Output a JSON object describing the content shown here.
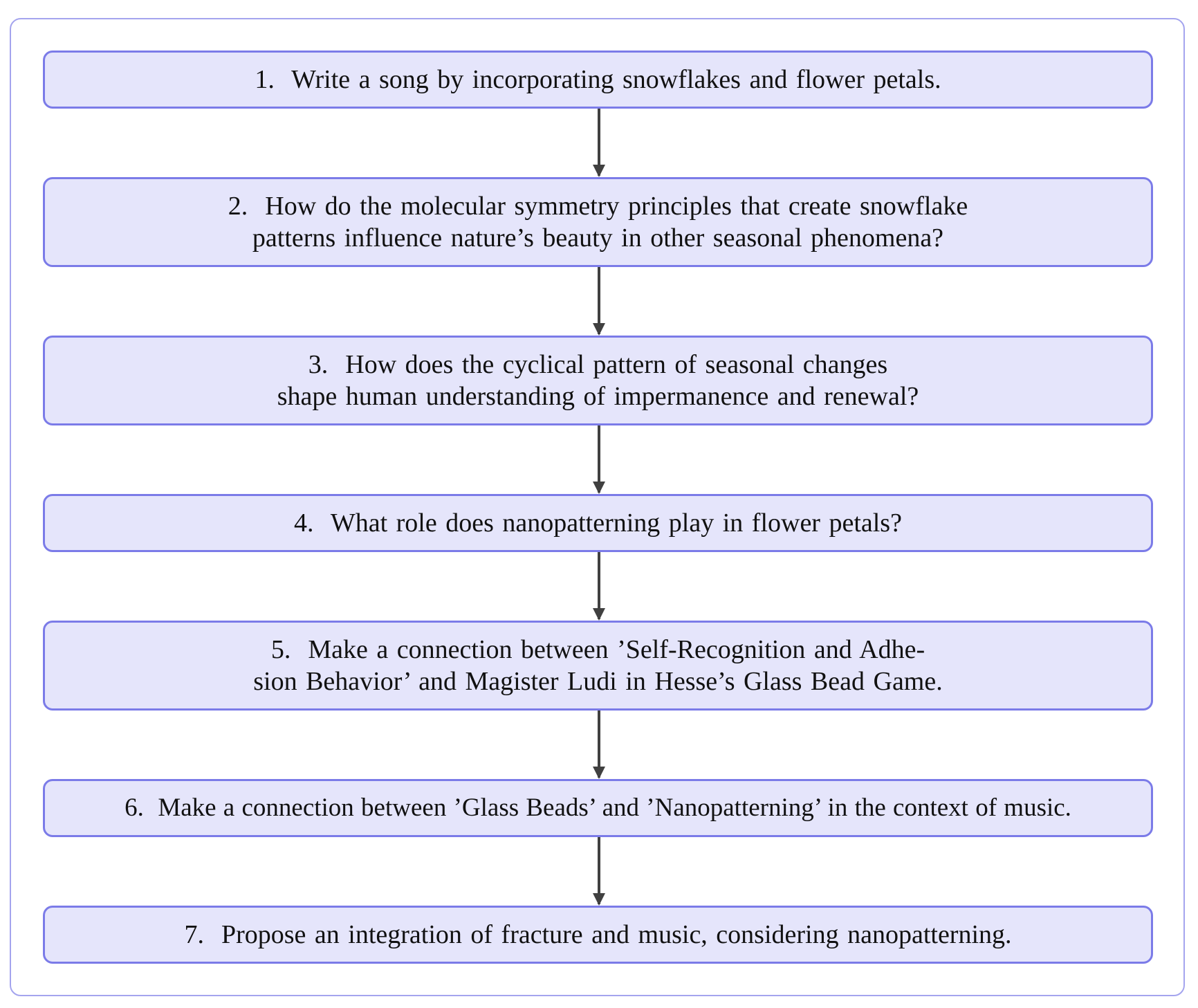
{
  "diagram": {
    "steps": [
      {
        "number": "1.",
        "lines": [
          "Write a song by incorporating snowflakes and flower petals."
        ]
      },
      {
        "number": "2.",
        "lines": [
          "How do the molecular symmetry principles that create snowflake",
          "patterns influence nature’s beauty in other seasonal phenomena?"
        ]
      },
      {
        "number": "3.",
        "lines": [
          "How does the cyclical pattern of seasonal changes",
          "shape human understanding of impermanence and renewal?"
        ]
      },
      {
        "number": "4.",
        "lines": [
          "What role does nanopatterning play in flower petals?"
        ]
      },
      {
        "number": "5.",
        "lines": [
          "Make a connection between ’Self-Recognition and Adhe-",
          "sion Behavior’ and Magister Ludi in Hesse’s Glass Bead Game."
        ]
      },
      {
        "number": "6.",
        "lines": [
          "Make a connection between ’Glass Beads’ and ’Nanopatterning’ in the context of music."
        ]
      },
      {
        "number": "7.",
        "lines": [
          "Propose an integration of fracture and music, considering nanopatterning."
        ]
      }
    ],
    "colors": {
      "box_fill": "#e5e5fb",
      "box_border": "#7b7be8",
      "frame_border": "#a4a4ee",
      "arrow": "#404040"
    }
  }
}
